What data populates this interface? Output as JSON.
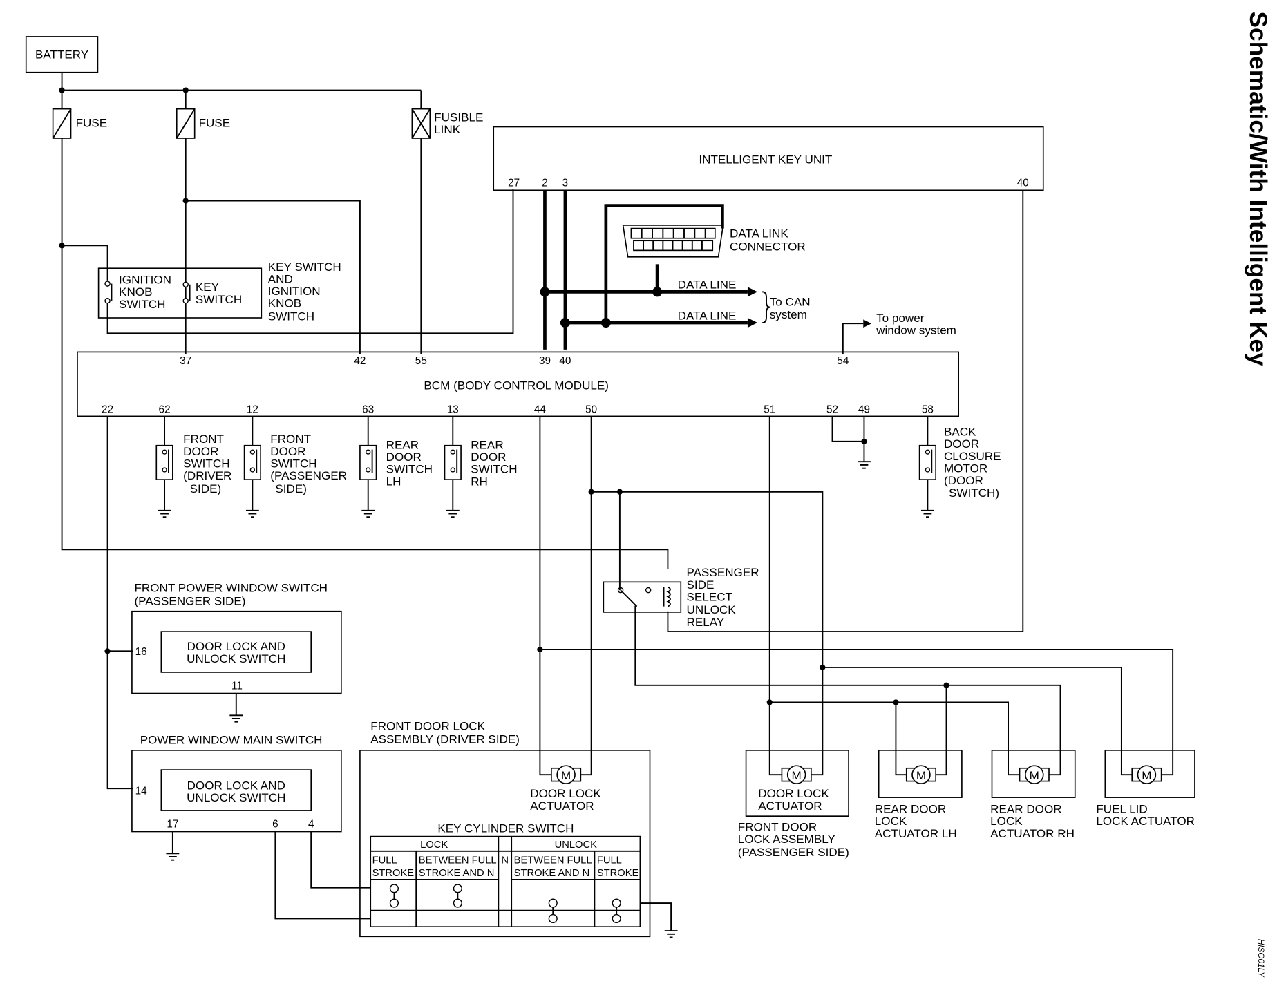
{
  "title": "Schematic/With Intelligent Key",
  "diagram_code": "HISO01LY",
  "power": {
    "battery": "BATTERY",
    "fuse1": "FUSE",
    "fuse2": "FUSE",
    "fusible_link": [
      "FUSIBLE",
      "LINK"
    ]
  },
  "intelligent_key_unit": {
    "label": "INTELLIGENT KEY UNIT",
    "pins": [
      "27",
      "2",
      "3",
      "40"
    ]
  },
  "data_link_connector": [
    "DATA LINK",
    "CONNECTOR"
  ],
  "data_lines": [
    "DATA LINE",
    "DATA LINE"
  ],
  "can_system": [
    "To CAN",
    "system"
  ],
  "power_window_note": [
    "To power",
    "window system"
  ],
  "key_switch_assembly": {
    "title": [
      "KEY SWITCH",
      "AND",
      "IGNITION",
      "KNOB",
      "SWITCH"
    ],
    "ignition_knob_switch": [
      "IGNITION",
      "KNOB",
      "SWITCH"
    ],
    "key_switch": [
      "KEY",
      "SWITCH"
    ]
  },
  "bcm": {
    "label": "BCM (BODY CONTROL MODULE)",
    "top_pins": [
      "37",
      "42",
      "55",
      "39",
      "40",
      "54"
    ],
    "bottom_pins": [
      "22",
      "62",
      "12",
      "63",
      "13",
      "44",
      "50",
      "51",
      "52",
      "49",
      "58"
    ]
  },
  "door_switches": [
    [
      "FRONT",
      "DOOR",
      "SWITCH",
      "(DRIVER",
      "SIDE)"
    ],
    [
      "FRONT",
      "DOOR",
      "SWITCH",
      "(PASSENGER",
      "SIDE)"
    ],
    [
      "REAR",
      "DOOR",
      "SWITCH",
      "LH"
    ],
    [
      "REAR",
      "DOOR",
      "SWITCH",
      "RH"
    ]
  ],
  "back_door": [
    "BACK",
    "DOOR",
    "CLOSURE",
    "MOTOR",
    "(DOOR",
    "SWITCH)"
  ],
  "relay": [
    "PASSENGER",
    "SIDE",
    "SELECT",
    "UNLOCK",
    "RELAY"
  ],
  "front_pw_switch_passenger": {
    "title": [
      "FRONT POWER WINDOW SWITCH",
      "(PASSENGER SIDE)"
    ],
    "inner": [
      "DOOR LOCK AND",
      "UNLOCK SWITCH"
    ],
    "pins": [
      "16",
      "11"
    ]
  },
  "pw_main_switch": {
    "title": "POWER WINDOW MAIN SWITCH",
    "inner": [
      "DOOR LOCK AND",
      "UNLOCK SWITCH"
    ],
    "pins": [
      "14",
      "17",
      "6",
      "4"
    ]
  },
  "front_door_lock_driver": {
    "title": [
      "FRONT DOOR LOCK",
      "ASSEMBLY (DRIVER SIDE)"
    ],
    "actuator": [
      "DOOR LOCK",
      "ACTUATOR"
    ]
  },
  "key_cylinder_switch": {
    "title": "KEY CYLINDER SWITCH",
    "group_lock": "LOCK",
    "group_unlock": "UNLOCK",
    "n": "N",
    "col_full_1": [
      "FULL",
      "STROKE"
    ],
    "col_between_1": [
      "BETWEEN FULL",
      "STROKE AND N"
    ],
    "col_between_2": [
      "BETWEEN FULL",
      "STROKE AND N"
    ],
    "col_full_2": [
      "FULL",
      "STROKE"
    ]
  },
  "actuators": {
    "motor_symbol": "M",
    "front_passenger": {
      "inner": [
        "DOOR LOCK",
        "ACTUATOR"
      ],
      "label": [
        "FRONT DOOR",
        "LOCK ASSEMBLY",
        "(PASSENGER SIDE)"
      ]
    },
    "rear_lh": [
      "REAR DOOR",
      "LOCK",
      "ACTUATOR LH"
    ],
    "rear_rh": [
      "REAR DOOR",
      "LOCK",
      "ACTUATOR RH"
    ],
    "fuel_lid": [
      "FUEL LID",
      "LOCK ACTUATOR"
    ]
  }
}
